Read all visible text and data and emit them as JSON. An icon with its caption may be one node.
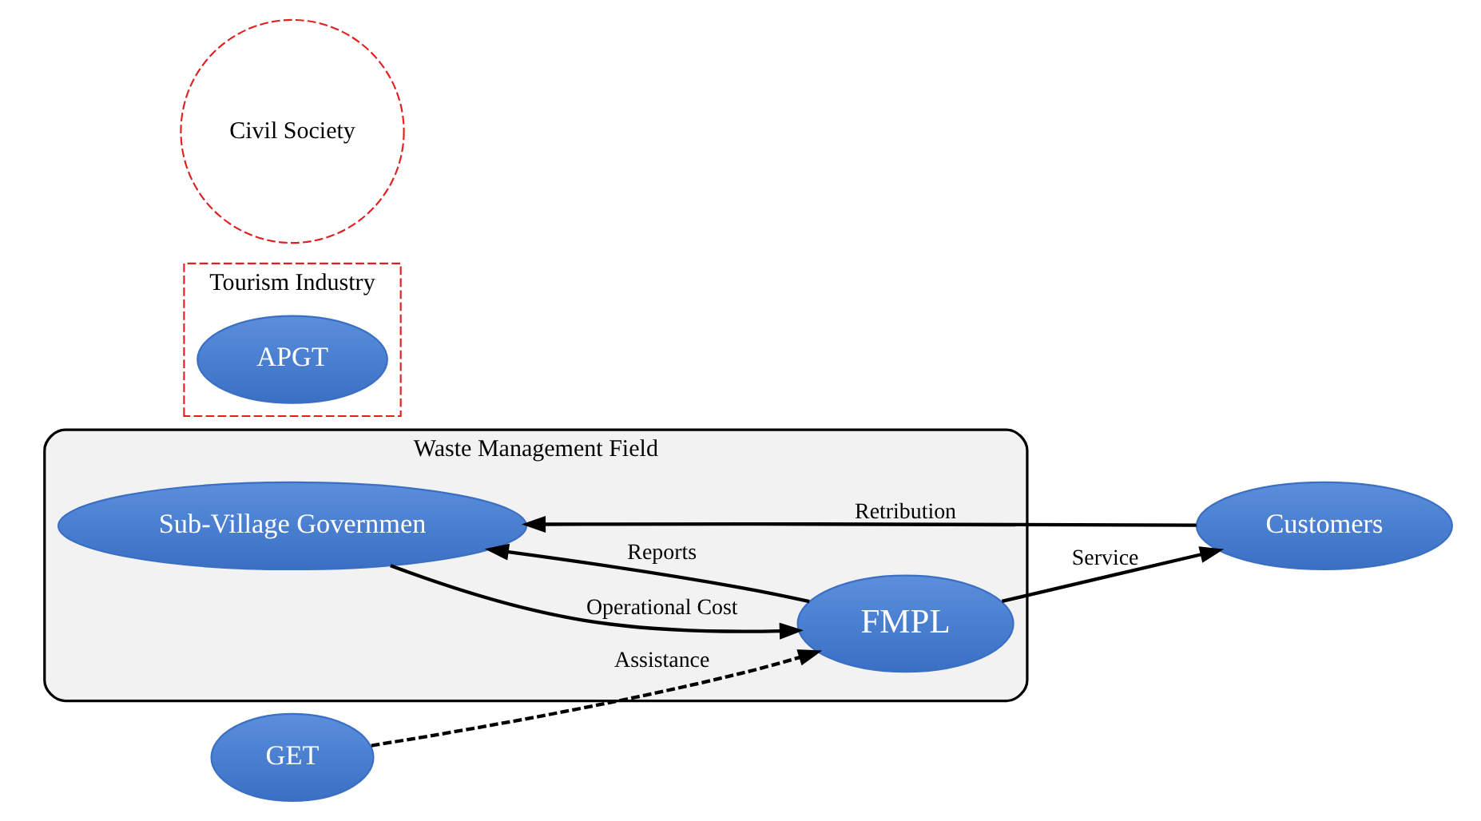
{
  "diagram": {
    "nodes": [
      {
        "text": [
          "Waste Management Field"
        ]
      },
      {
        "text": [
          "Tourism Industry"
        ]
      },
      {
        "text": [
          "Civil Society"
        ]
      },
      {
        "text": [
          "Sub-Village Governmen"
        ],
        "in": 0
      },
      {
        "text": [
          "Customers"
        ]
      },
      {
        "text": [
          "FMPL"
        ],
        "in": 0
      },
      {
        "text": [
          "GET"
        ]
      },
      {
        "text": [
          "APGT"
        ],
        "in": 1
      }
    ],
    "edges": [
      {
        "from": 4,
        "to": 3,
        "arrow": "to",
        "label": "Retribution"
      },
      {
        "from": 3,
        "to": 5,
        "arrow": "to",
        "label": "Operational Cost"
      },
      {
        "from": 5,
        "to": 3,
        "arrow": "to",
        "label": "Reports"
      },
      {
        "from": 5,
        "to": 4,
        "arrow": "to",
        "label": "Service"
      },
      {
        "from": 6,
        "to": 5,
        "arrow": "to",
        "label": "Assistance",
        "style": "dashed"
      }
    ]
  }
}
